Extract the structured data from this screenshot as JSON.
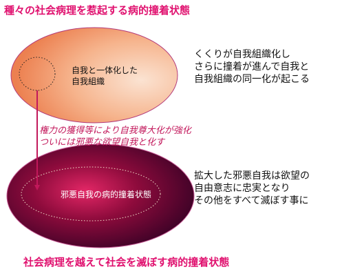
{
  "title_top": "種々の社会病理を惹起する病的撞着状態",
  "title_bottom": "社会病理を越えて社会を滅ぼす病的撞着状態",
  "upper_ellipse": {
    "label_lines": [
      "自我と一体化した",
      "自我組織"
    ]
  },
  "lower_ellipse": {
    "label": "邪悪自我の病的撞着状態"
  },
  "transition_lines": [
    "権力の獲得等により自我尊大化が強化",
    "ついには邪悪な欲望自我と化す"
  ],
  "note_top_lines": [
    "くくりが自我組織化し",
    "さらに撞着が進んで自我と",
    "自我組織の同一化が起こる"
  ],
  "note_bottom_lines": [
    "拡大した邪悪自我は欲望の",
    "自由意志に忠実となり",
    "その他をすべて滅ぼす事に"
  ],
  "colors": {
    "title": "#e0116f",
    "upper_fill_light": "#fbe3d2",
    "upper_fill_dark": "#ef8f5c",
    "lower_fill_light": "#d21855",
    "lower_fill_dark": "#3a0226",
    "arrow": "#c2185b"
  }
}
